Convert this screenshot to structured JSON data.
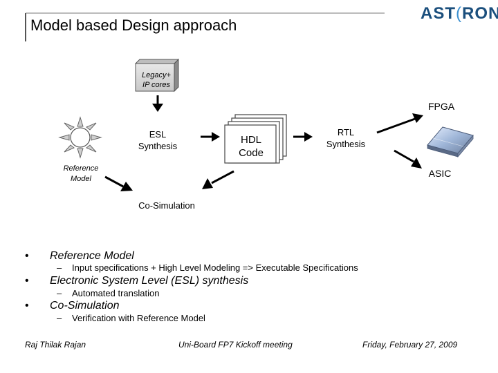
{
  "slide": {
    "title": "Model based Design approach",
    "logo": {
      "left": "AST",
      "paren": "(",
      "right": "RON"
    }
  },
  "diagram": {
    "legacy_box": {
      "line1": "Legacy+",
      "line2": "IP cores"
    },
    "esl": {
      "line1": "ESL",
      "line2": "Synthesis"
    },
    "hdl": {
      "line1": "HDL",
      "line2": "Code"
    },
    "rtl": {
      "line1": "RTL",
      "line2": "Synthesis"
    },
    "fpga": "FPGA",
    "asic": "ASIC",
    "reference_model": {
      "line1": "Reference",
      "line2": "Model"
    },
    "cosim": "Co-Simulation"
  },
  "bullets": [
    {
      "marker": "•",
      "text": "Reference Model",
      "sub": "Input specifications + High Level Modeling => Executable Specifications"
    },
    {
      "marker": "•",
      "text": "Electronic System Level (ESL) synthesis",
      "sub": "Automated translation"
    },
    {
      "marker": "•",
      "text": "Co-Simulation",
      "sub": "Verification with Reference Model"
    }
  ],
  "sub_marker": "–",
  "footer": {
    "author": "Raj Thilak Rajan",
    "event": "Uni-Board FP7 Kickoff meeting",
    "date": "Friday, February 27, 2009"
  }
}
